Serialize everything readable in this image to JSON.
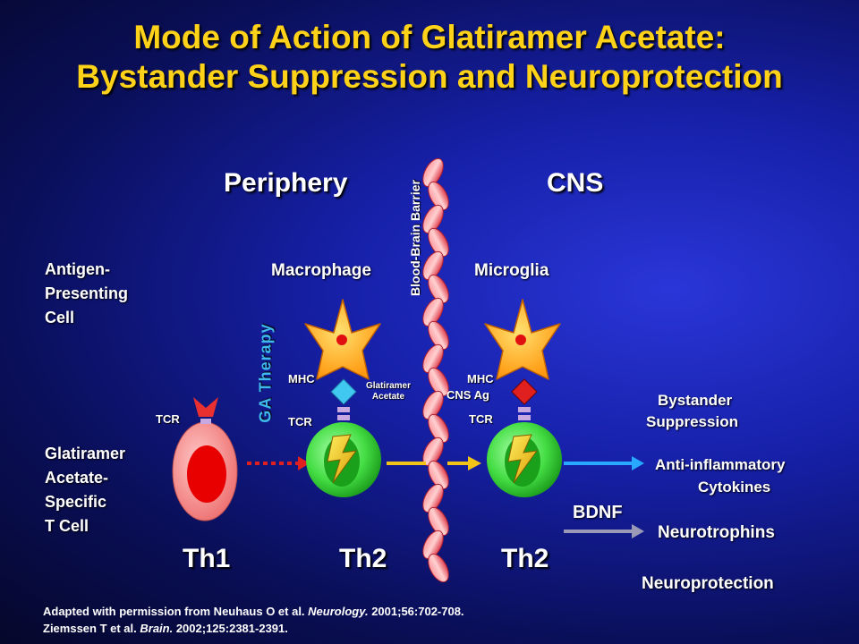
{
  "title": {
    "line1": "Mode of Action of Glatiramer Acetate:",
    "line2": "Bystander Suppression and Neuroprotection"
  },
  "regions": {
    "periphery": "Periphery",
    "cns": "CNS"
  },
  "barrier_label": "Blood-Brain Barrier",
  "therapy_label": "GA Therapy",
  "left_labels": {
    "apc": [
      "Antigen-",
      "Presenting",
      "Cell"
    ],
    "tcell": [
      "Glatiramer",
      "Acetate-",
      "Specific",
      "T Cell"
    ]
  },
  "cells": {
    "macrophage": "Macrophage",
    "microglia": "Microglia",
    "th1": "Th1",
    "th2_left": "Th2",
    "th2_right": "Th2"
  },
  "receptors": {
    "tcr_th1": "TCR",
    "mhc_left": "MHC",
    "tcr_th2_left": "TCR",
    "mhc_right": "MHC",
    "cns_ag": "CNS Ag",
    "tcr_th2_right": "TCR",
    "ga_line1": "Glatiramer",
    "ga_line2": "Acetate"
  },
  "effects": {
    "bystander1": "Bystander",
    "bystander2": "Suppression",
    "cytokines1": "Anti-inflammatory",
    "cytokines2": "Cytokines",
    "bdnf": "BDNF",
    "neurotrophins": "Neurotrophins",
    "neuroprotection": "Neuroprotection"
  },
  "reference": {
    "line1_pre": "Adapted with permission from Neuhaus O et al. ",
    "line1_journal": "Neurology.",
    "line1_post": " 2001;56:702-708.",
    "line2_pre": "Ziemssen T et al. ",
    "line2_journal": "Brain.",
    "line2_post": " 2002;125:2381-2391."
  },
  "colors": {
    "title": "#ffd21a",
    "th1_cell": "#f08080",
    "th2_cell": "#33cc33",
    "apc_star": "#ffb030",
    "ga_antigen": "#40c8f0",
    "cns_antigen": "#e0201e",
    "arrow_blue": "#28a8ff",
    "arrow_gray": "#9a9ab8",
    "arrow_yellow": "#f2c418",
    "arrow_red": "#e02020"
  }
}
